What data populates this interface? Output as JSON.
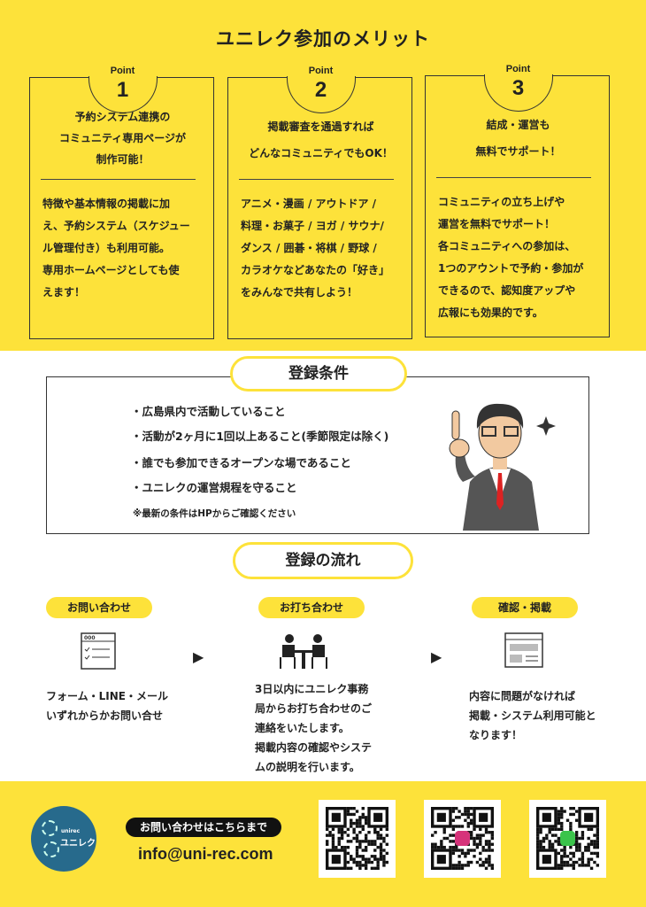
{
  "title": "ユニレク参加のメリット",
  "points": [
    {
      "label": "Point",
      "num": "1",
      "head": [
        "予約システム連携の",
        "コミュニティ専用ページが",
        "制作可能！"
      ],
      "body": [
        "特徴や基本情報の掲載に加",
        "え、予約システム（スケジュー",
        "ル管理付き）も利用可能。",
        "専用ホームページとしても使",
        "えます！"
      ]
    },
    {
      "label": "Point",
      "num": "2",
      "head": [
        "掲載審査を通過すれば",
        "どんなコミュニティでもOK！"
      ],
      "body": [
        "アニメ・漫画 / アウトドア /",
        "料理・お菓子 / ヨガ / サウナ/",
        "ダンス / 囲碁・将棋 / 野球 /",
        "カラオケなどあなたの「好き」",
        "をみんなで共有しよう！"
      ]
    },
    {
      "label": "Point",
      "num": "3",
      "head": [
        "結成・運営も",
        "無料でサポート！"
      ],
      "body": [
        "コミュニティの立ち上げや",
        "運営を無料でサポート！",
        "各コミュニティへの参加は、",
        "1つのアウントで予約・参加が",
        "できるので、認知度アップや",
        "広報にも効果的です。"
      ]
    }
  ],
  "conditions": {
    "title": "登録条件",
    "items": [
      "・広島県内で活動していること",
      "・活動が2ヶ月に1回以上あること(季節限定は除く)",
      "・誰でも参加できるオープンな場であること",
      "・ユニレクの運営規程を守ること"
    ],
    "note": "※最新の条件はHPからご確認ください"
  },
  "flow": {
    "title": "登録の流れ",
    "steps": [
      {
        "label": "お問い合わせ",
        "icon": "form-icon",
        "text": [
          "フォーム・LINE・メール",
          "いずれからかお問い合せ"
        ]
      },
      {
        "label": "お打ち合わせ",
        "icon": "meeting-icon",
        "text": [
          "3日以内にユニレク事務",
          "局からお打ち合わせのご",
          "連絡をいたします。",
          "掲載内容の確認やシステ",
          "ムの説明を行います。"
        ]
      },
      {
        "label": "確認・掲載",
        "icon": "webpage-icon",
        "text": [
          "内容に問題がなければ",
          "掲載・システム利用可能と",
          "なります！"
        ]
      }
    ],
    "arrow": "▶"
  },
  "footer": {
    "logo_small": "unirec",
    "logo_main": "ユニレク",
    "contact_label": "お問い合わせはこちらまで",
    "email": "info@uni-rec.com",
    "qr_codes": [
      "website-qr",
      "instagram-qr",
      "line-qr"
    ]
  },
  "colors": {
    "yellow": "#fde23a",
    "logo_blue": "#276a8c"
  }
}
